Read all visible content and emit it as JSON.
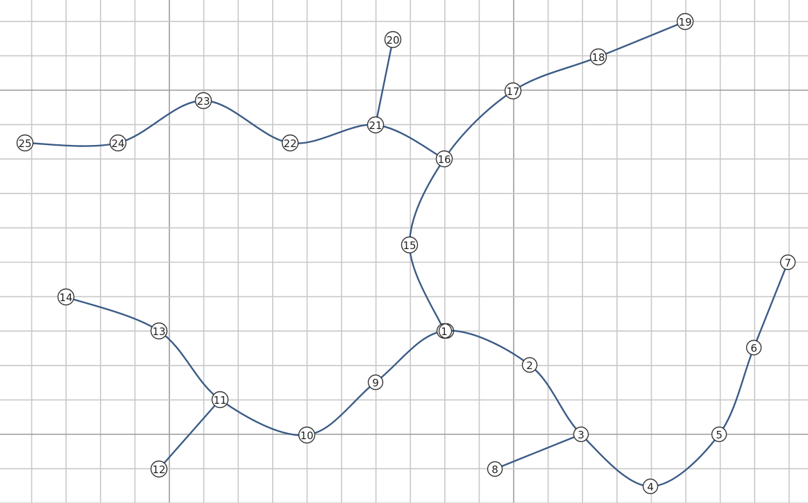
{
  "colors": {
    "background": "#ffffff",
    "grid_minor": "#c8c8c8",
    "grid_major": "#9a9a9a",
    "curve": "#3b5b86",
    "node_ring": "#333333",
    "node_text": "#222222"
  },
  "nodes": [
    {
      "id": "1",
      "label": "1"
    },
    {
      "id": "2",
      "label": "2"
    },
    {
      "id": "3",
      "label": "3"
    },
    {
      "id": "4",
      "label": "4"
    },
    {
      "id": "5",
      "label": "5"
    },
    {
      "id": "6",
      "label": "6"
    },
    {
      "id": "7",
      "label": "7"
    },
    {
      "id": "8",
      "label": "8"
    },
    {
      "id": "9",
      "label": "9"
    },
    {
      "id": "10",
      "label": "10"
    },
    {
      "id": "11",
      "label": "11"
    },
    {
      "id": "12",
      "label": "12"
    },
    {
      "id": "13",
      "label": "13"
    },
    {
      "id": "14",
      "label": "14"
    },
    {
      "id": "15",
      "label": "15"
    },
    {
      "id": "16",
      "label": "16"
    },
    {
      "id": "17",
      "label": "17"
    },
    {
      "id": "18",
      "label": "18"
    },
    {
      "id": "19",
      "label": "19"
    },
    {
      "id": "20",
      "label": "20"
    },
    {
      "id": "21",
      "label": "21"
    },
    {
      "id": "22",
      "label": "22"
    },
    {
      "id": "23",
      "label": "23"
    },
    {
      "id": "24",
      "label": "24"
    },
    {
      "id": "25",
      "label": "25"
    }
  ],
  "edges": [
    {
      "from": "8",
      "to": "3"
    },
    {
      "from": "12",
      "to": "11"
    },
    {
      "from": "20",
      "to": "21"
    }
  ],
  "paths": [
    {
      "through": [
        "7",
        "6",
        "5",
        "4",
        "3",
        "2",
        "1",
        "9",
        "10",
        "11",
        "13",
        "14"
      ]
    },
    {
      "through": [
        "1",
        "15",
        "16",
        "17",
        "18",
        "19"
      ]
    },
    {
      "through": [
        "16",
        "21",
        "22",
        "23",
        "24",
        "25"
      ]
    }
  ]
}
